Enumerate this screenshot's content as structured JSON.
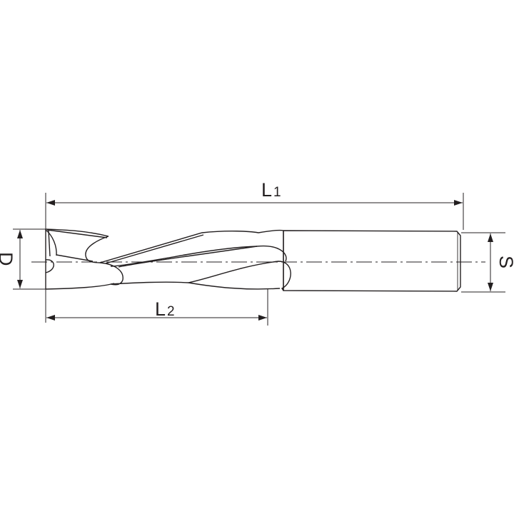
{
  "drawing": {
    "subject": "end-mill",
    "line_color": "#231f20",
    "dimensions": {
      "overall_length": {
        "letter": "L",
        "index": "1"
      },
      "flute_length": {
        "letter": "L",
        "index": "2"
      },
      "cutting_diameter": {
        "letter": "D"
      },
      "shank_diameter": {
        "letter": "S"
      }
    }
  }
}
